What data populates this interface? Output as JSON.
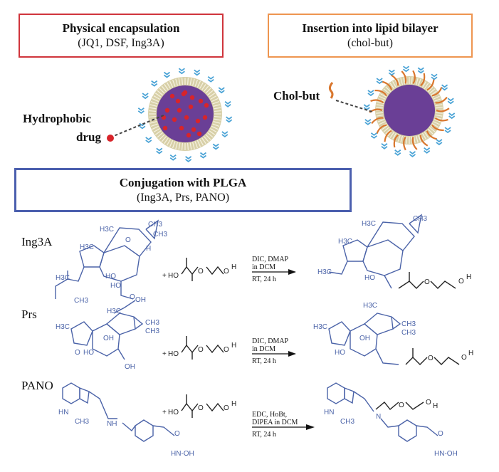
{
  "panels": {
    "encapsulation": {
      "title": "Physical encapsulation",
      "subtitle": "(JQ1, DSF, Ing3A)",
      "label_line1": "Hydrophobic",
      "label_line2": "drug",
      "border_color": "#d0353c"
    },
    "insertion": {
      "title": "Insertion into lipid bilayer",
      "subtitle": "(chol-but)",
      "label": "Chol-but",
      "border_color": "#ee9550"
    },
    "conjugation": {
      "title": "Conjugation with PLGA",
      "subtitle": "(Ing3A, Prs,  PANO)",
      "border_color": "#4b5fae"
    }
  },
  "colors": {
    "core": "#6a3f96",
    "drug_dot": "#d8242a",
    "peg": "#4aa3d6",
    "chol": "#d9772e",
    "lipid": "#d8d0a8",
    "molecule": "#4b63a8"
  },
  "reactions": [
    {
      "compound": "Ing3A",
      "conditions": [
        "DIC, DMAP",
        "in DCM",
        "RT, 24 h"
      ]
    },
    {
      "compound": "Prs",
      "conditions": [
        "DIC, DMAP",
        "in DCM",
        "RT, 24 h"
      ]
    },
    {
      "compound": "PANO",
      "conditions": [
        "EDC, HoBt,",
        "DIPEA in DCM",
        "RT, 24 h"
      ]
    }
  ],
  "plga": {
    "plus": "+",
    "ho": "HO",
    "o": "O",
    "h": "H"
  },
  "atoms": {
    "h3c": "H3C",
    "ch3": "CH3",
    "oh": "OH",
    "ho": "HO",
    "hn": "HN",
    "nh": "NH",
    "n": "N",
    "h": "H",
    "o": "O",
    "hnoh": "HN-OH"
  }
}
